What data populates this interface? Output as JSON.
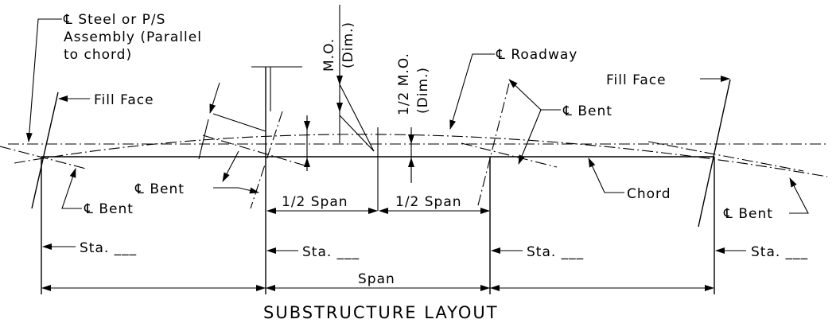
{
  "drawing": {
    "title": "SUBSTRUCTURE LAYOUT",
    "labels": {
      "steel_l1": "℄ Steel or P/S",
      "steel_l2": "Assembly (Parallel",
      "steel_l3": "to chord)",
      "fill_face_left": "Fill Face",
      "fill_face_right": "Fill Face",
      "roadway": "℄ Roadway",
      "mo": "M.O.",
      "mo_dim": "(Dim.)",
      "half_mo": "1/2 M.O.",
      "half_mo_dim": "(Dim.)",
      "bent_right": "℄ Bent",
      "bent_mid": "℄ Bent",
      "bent_left": "℄ Bent",
      "bent_far_right": "℄ Bent",
      "chord": "Chord",
      "half_span_1": "1/2 Span",
      "half_span_2": "1/2 Span",
      "sta_1": "Sta. ___",
      "sta_2": "Sta. ___",
      "sta_3": "Sta. ___",
      "sta_4": "Sta. ___",
      "span": "Span"
    }
  }
}
